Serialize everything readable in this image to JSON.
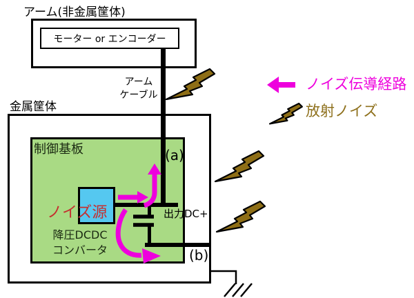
{
  "colors": {
    "magenta": "#ee00dd",
    "bolt_fill": "#8e6e16",
    "bolt_text": "#8e701c",
    "board_green": "#a9da84",
    "noise_cyan": "#55c8f0",
    "noise_text_red": "#c52f2f",
    "board_text": "#1b2a12"
  },
  "arm": {
    "label": "アーム(非金属筐体)",
    "motor_label": "モーター or エンコーダー"
  },
  "cable": {
    "line1": "アーム",
    "line2": "ケーブル"
  },
  "enclosure": {
    "label": "金属筐体"
  },
  "board": {
    "label": "制御基板",
    "noise_source_label": "ノイズ源",
    "output_label": "出力DC+",
    "converter_line1": "降圧DCDC",
    "converter_line2": "コンバータ"
  },
  "annotations": {
    "path_a": "(a)",
    "path_b": "(b)"
  },
  "legend": {
    "conduction_label": "ノイズ伝導経路",
    "radiation_label": "放射ノイズ"
  }
}
